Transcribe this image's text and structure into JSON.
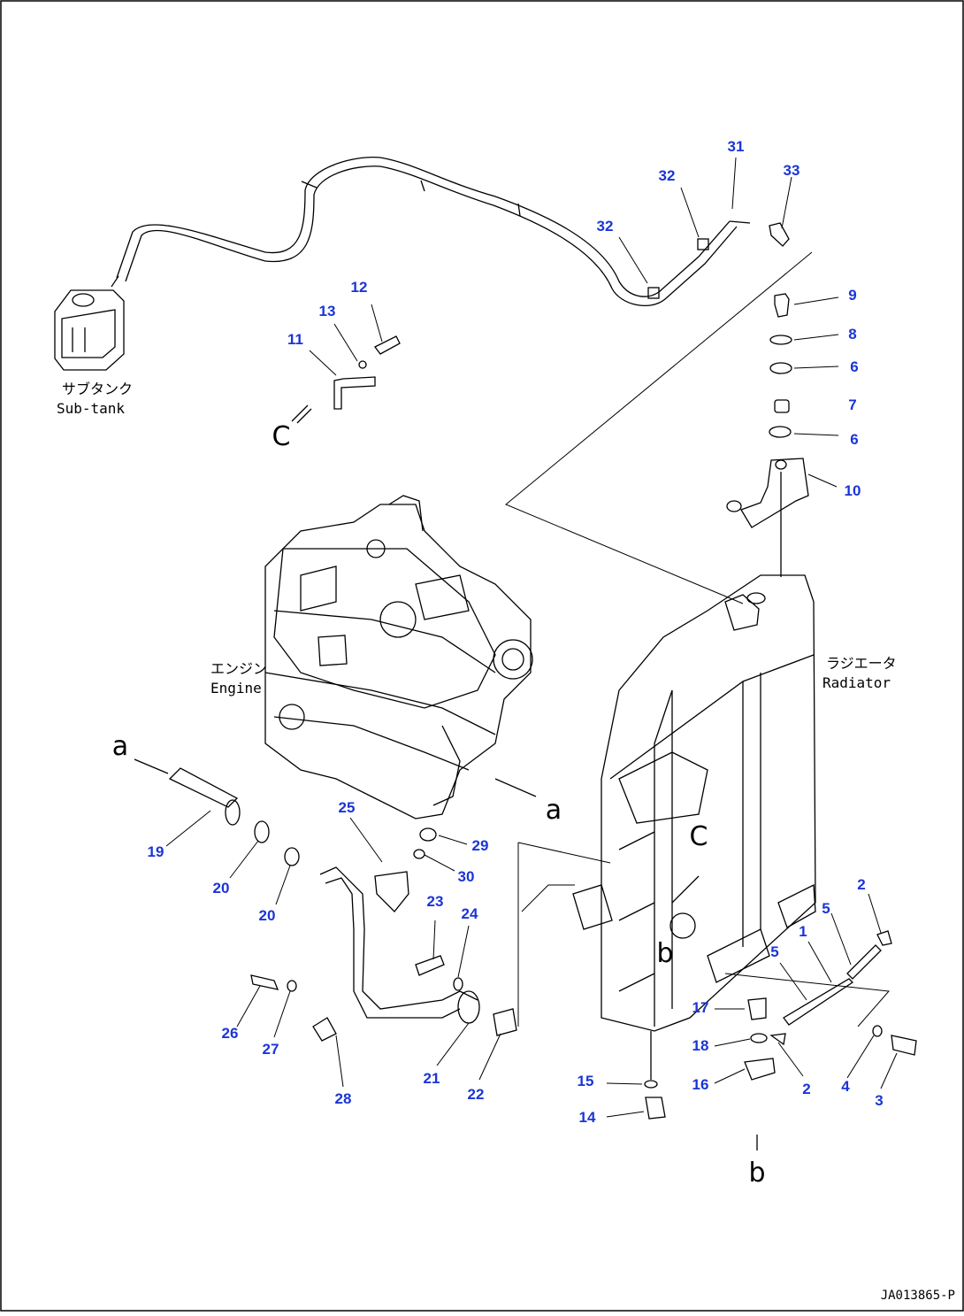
{
  "diagram": {
    "drawing_code": "JA013865-P",
    "components": {
      "sub_tank": {
        "jp": "サブタンク",
        "en": "Sub-tank"
      },
      "engine": {
        "jp": "エンジン",
        "en": "Engine"
      },
      "radiator": {
        "jp": "ラジエータ",
        "en": "Radiator"
      }
    },
    "reference_letters": {
      "a": "a",
      "b": "b",
      "c": "C"
    },
    "callouts": [
      "1",
      "2",
      "3",
      "4",
      "5",
      "6",
      "7",
      "8",
      "9",
      "10",
      "11",
      "12",
      "13",
      "14",
      "15",
      "16",
      "17",
      "18",
      "19",
      "20",
      "21",
      "22",
      "23",
      "24",
      "25",
      "26",
      "27",
      "28",
      "29",
      "30",
      "31",
      "32",
      "33"
    ],
    "colors": {
      "callout": "#1a35d6",
      "line": "#000000",
      "background": "#ffffff"
    }
  }
}
